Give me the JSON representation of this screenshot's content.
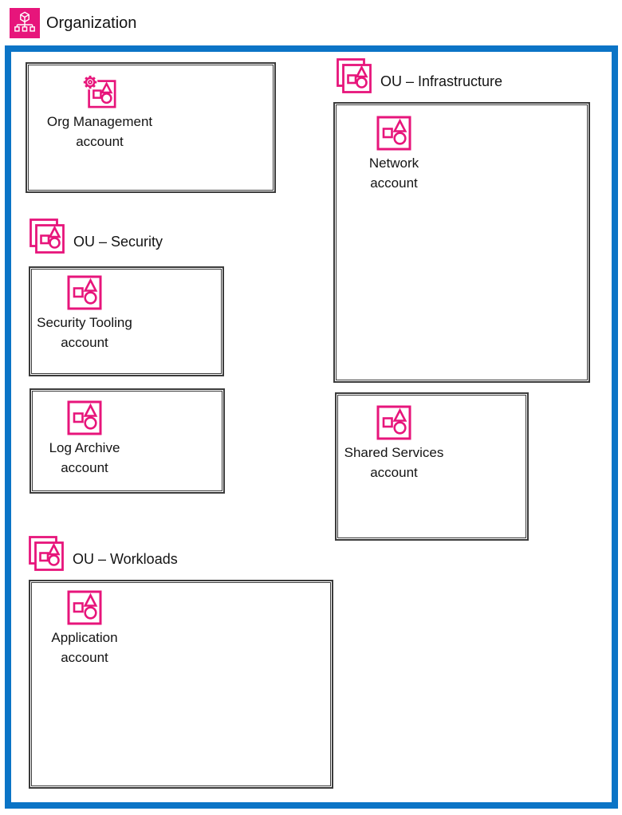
{
  "header": {
    "title": "Organization",
    "icon": "organization-icon"
  },
  "colors": {
    "accent_pink": "#E7157B",
    "boundary_blue": "#0B74C6",
    "box_border": "#3B3B3B",
    "text": "#141414"
  },
  "icons": {
    "header_tile": "organization-icon",
    "ou": "organizational-unit-icon",
    "account": "account-icon",
    "management_account": "management-account-icon"
  },
  "org_management": {
    "name_lines": [
      "Org Management",
      "account"
    ]
  },
  "ous": [
    {
      "label": "OU – Security",
      "accounts": [
        {
          "name_lines": [
            "Security Tooling",
            "account"
          ]
        },
        {
          "name_lines": [
            "Log Archive",
            "account"
          ]
        }
      ]
    },
    {
      "label": "OU – Infrastructure",
      "accounts": [
        {
          "name_lines": [
            "Network",
            "account"
          ]
        },
        {
          "name_lines": [
            "Shared Services",
            "account"
          ]
        }
      ]
    },
    {
      "label": "OU – Workloads",
      "accounts": [
        {
          "name_lines": [
            "Application",
            "account"
          ]
        }
      ]
    }
  ]
}
